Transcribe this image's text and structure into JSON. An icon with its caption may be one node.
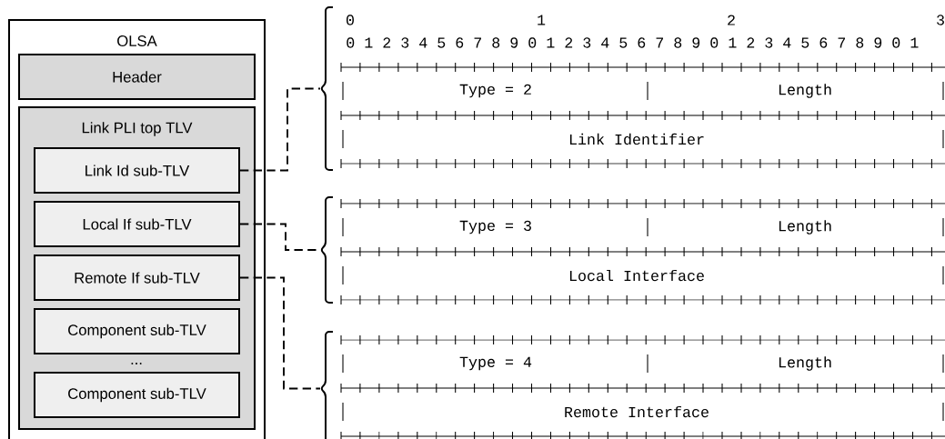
{
  "diagram": {
    "nodes": [
      {
        "text": [
          "OLSA"
        ]
      },
      {
        "text": [
          "Header"
        ],
        "in": 0
      },
      {
        "text": [
          "Link PLI top TLV"
        ],
        "in": 0
      },
      {
        "text": [
          "Link Id sub-TLV"
        ],
        "in": 2
      },
      {
        "text": [
          "Local If sub-TLV"
        ],
        "in": 2
      },
      {
        "text": [
          "Remote If sub-TLV"
        ],
        "in": 2
      },
      {
        "text": [
          "Component sub-TLV"
        ],
        "in": 2
      },
      {
        "text": [
          "Component sub-TLV"
        ],
        "in": 2
      },
      {
        "text": [
          "Type = 2",
          "Length",
          "Link Identifier"
        ]
      },
      {
        "text": [
          "Type = 3",
          "Length",
          "Local Interface"
        ]
      },
      {
        "text": [
          "Type = 4",
          "Length",
          "Remote Interface"
        ]
      }
    ],
    "edges": [
      {
        "from": 3,
        "to": 8,
        "arrow": "none",
        "style": "dashed"
      },
      {
        "from": 4,
        "to": 9,
        "arrow": "none",
        "style": "dashed"
      },
      {
        "from": 5,
        "to": 10,
        "arrow": "none",
        "style": "dashed"
      }
    ],
    "labels": [
      "0",
      "1",
      "2",
      "3",
      "0 1 2 3 4 5 6 7 8 9 0 1 2 3 4 5 6 7 8 9 0 1 2 3 4 5 6 7 8 9 0 1",
      "..."
    ]
  }
}
